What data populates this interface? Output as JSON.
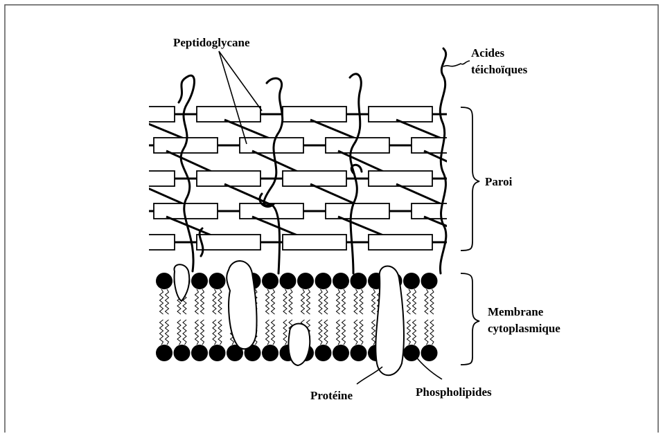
{
  "labels": {
    "peptidoglycane": "Peptidoglycane",
    "acides_line1": "Acides",
    "acides_line2": "téichoïques",
    "paroi": "Paroi",
    "membrane_line1": "Membrane",
    "membrane_line2": "cytoplasmique",
    "proteine": "Protéine",
    "phospholipides": "Phospholipides"
  },
  "colors": {
    "ink": "#000000",
    "background": "#ffffff",
    "protein_fill": "#ffffff"
  }
}
